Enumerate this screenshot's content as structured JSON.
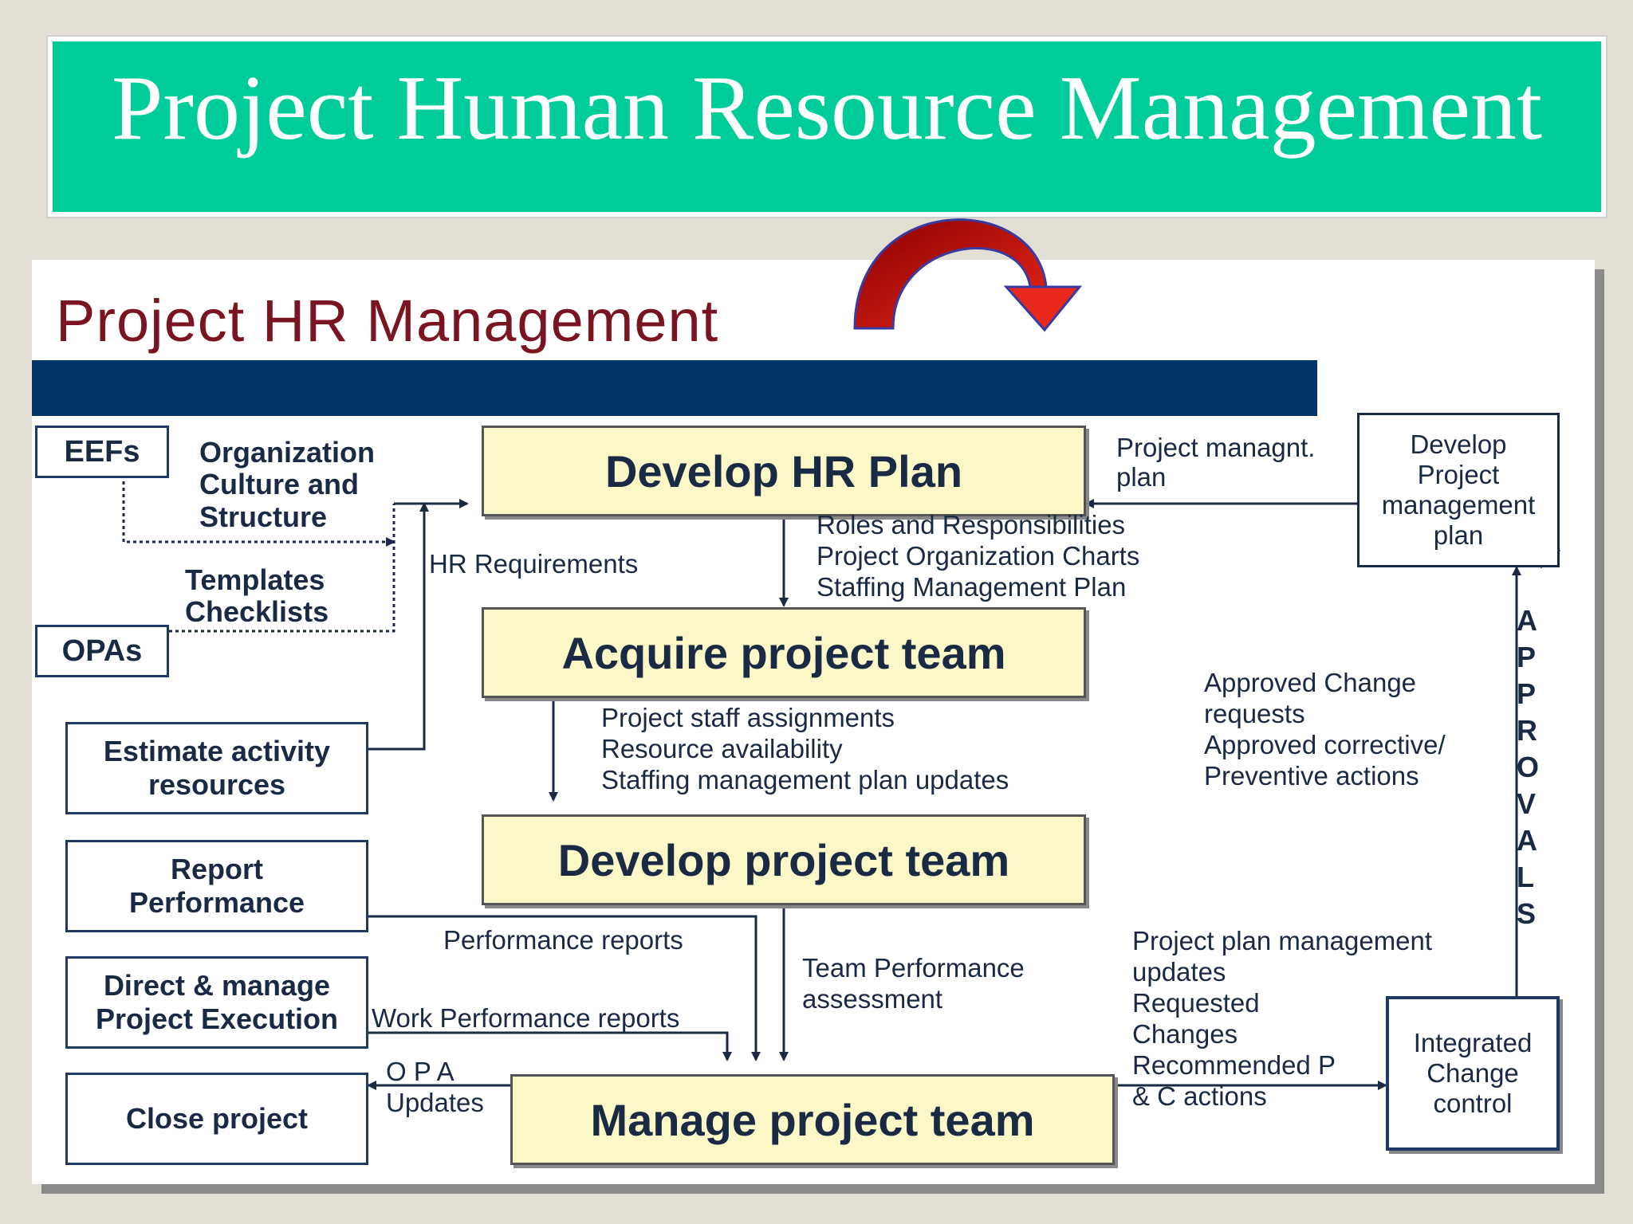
{
  "slide_title": "Project Human Resource Management",
  "diagram_heading": "Project HR Management",
  "inputs": {
    "eefs": "EEFs",
    "opas": "OPAs",
    "org_culture": "Organization\nCulture and\nStructure",
    "templates": "Templates\nChecklists",
    "estimate_activity": "Estimate activity\nresources",
    "report_performance": "Report\nPerformance",
    "direct_manage": "Direct & manage\nProject Execution",
    "close_project": "Close project"
  },
  "processes": {
    "develop_hr_plan": "Develop HR Plan",
    "acquire_team": "Acquire project team",
    "develop_team": "Develop project team",
    "manage_team": "Manage project team"
  },
  "external": {
    "develop_pm_plan": "Develop\nProject\nmanagement\nplan",
    "integrated_change": "Integrated\nChange\ncontrol",
    "approvals": "APPROVALS"
  },
  "flow_labels": {
    "hr_requirements": "HR Requirements",
    "project_mgmt_plan": "Project managnt.\nplan",
    "hr_plan_outputs": "Roles and Responsibilities\nProject Organization Charts\nStaffing Management Plan",
    "acquire_outputs": "Project staff assignments\nResource availability\nStaffing management plan updates",
    "approved_changes": "Approved Change\n requests\nApproved corrective/\nPreventive actions",
    "performance_reports": "Performance reports",
    "work_performance_reports": "Work Performance reports",
    "team_performance": "Team Performance\n assessment",
    "opa_updates": "O P A\nUpdates",
    "manage_outputs": "Project plan management\nupdates\nRequested\nChanges\nRecommended P\n& C actions"
  },
  "colors": {
    "banner": "#00cc9a",
    "heading_text": "#7a1420",
    "heading_bar": "#003366",
    "process_fill": "#fbf7c6",
    "arrow_red": "#cc1f1f"
  },
  "icons": [
    "curved-arrow-icon"
  ]
}
